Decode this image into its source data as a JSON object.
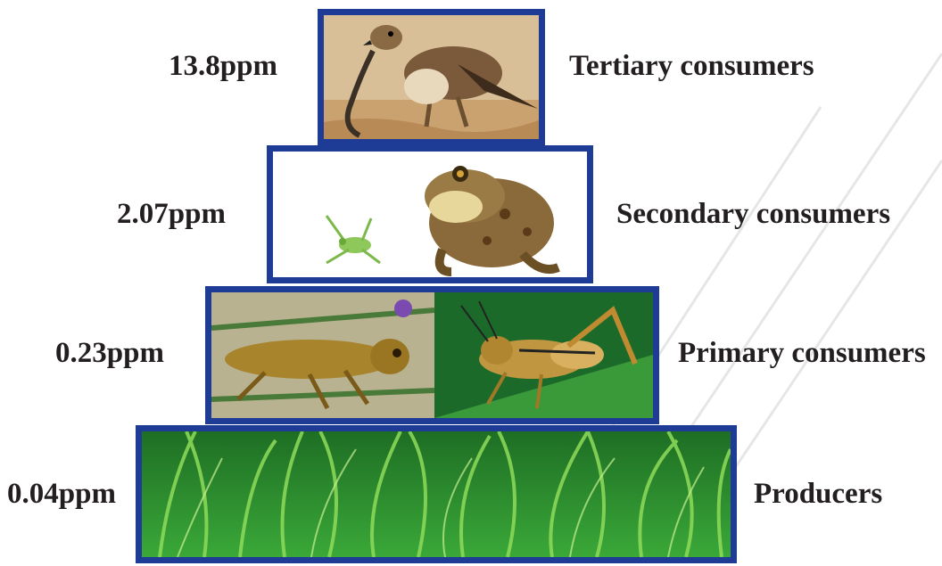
{
  "levels": [
    {
      "concentration": "13.8ppm",
      "name": "Tertiary consumers",
      "organism_icon": "hawk-icon"
    },
    {
      "concentration": "2.07ppm",
      "name": "Secondary consumers",
      "organism_icon": "toad-icon"
    },
    {
      "concentration": "0.23ppm",
      "name": "Primary consumers",
      "organism_icon": "grasshopper-icon"
    },
    {
      "concentration": "0.04ppm",
      "name": "Producers",
      "organism_icon": "grass-icon"
    }
  ],
  "colors": {
    "frame": "#1e3c96",
    "text": "#231f20"
  }
}
